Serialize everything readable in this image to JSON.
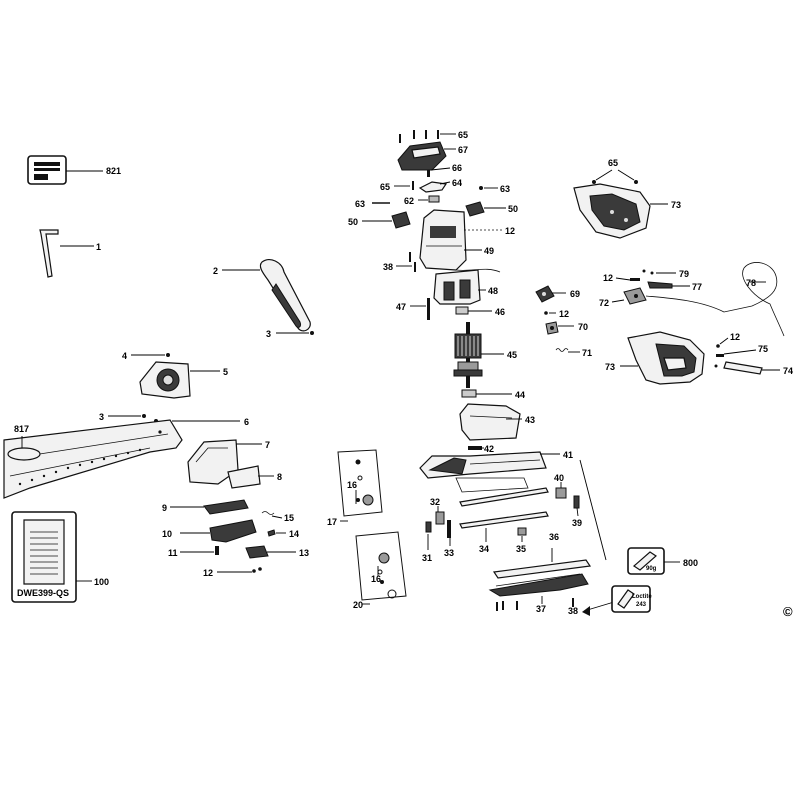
{
  "diagram": {
    "model_label": "DWE399-QS",
    "copyright_symbol": "©",
    "grease_weight": "90g",
    "loctite_label": "Loctite",
    "loctite_number": "243",
    "part_numbers": {
      "p1": "1",
      "p2": "2",
      "p3a": "3",
      "p3b": "3",
      "p4": "4",
      "p5": "5",
      "p6": "6",
      "p7": "7",
      "p8": "8",
      "p9": "9",
      "p10": "10",
      "p11": "11",
      "p12a": "12",
      "p12b": "12",
      "p12c": "12",
      "p12d": "12",
      "p12e": "12",
      "p13": "13",
      "p14": "14",
      "p15": "15",
      "p16a": "16",
      "p16b": "16",
      "p17": "17",
      "p20": "20",
      "p31": "31",
      "p32": "32",
      "p33": "33",
      "p34": "34",
      "p35": "35",
      "p36": "36",
      "p37": "37",
      "p38a": "38",
      "p38b": "38",
      "p39": "39",
      "p40": "40",
      "p41": "41",
      "p42": "42",
      "p43": "43",
      "p44": "44",
      "p45": "45",
      "p46": "46",
      "p47": "47",
      "p48": "48",
      "p49": "49",
      "p50a": "50",
      "p50b": "50",
      "p62": "62",
      "p63a": "63",
      "p63b": "63",
      "p64": "64",
      "p65a": "65",
      "p65b": "65",
      "p65c": "65",
      "p66": "66",
      "p67": "67",
      "p69": "69",
      "p70": "70",
      "p71": "71",
      "p72": "72",
      "p73a": "73",
      "p73b": "73",
      "p74": "74",
      "p75": "75",
      "p77": "77",
      "p78": "78",
      "p79": "79",
      "p100": "100",
      "p800": "800",
      "p817": "817",
      "p821": "821"
    }
  }
}
